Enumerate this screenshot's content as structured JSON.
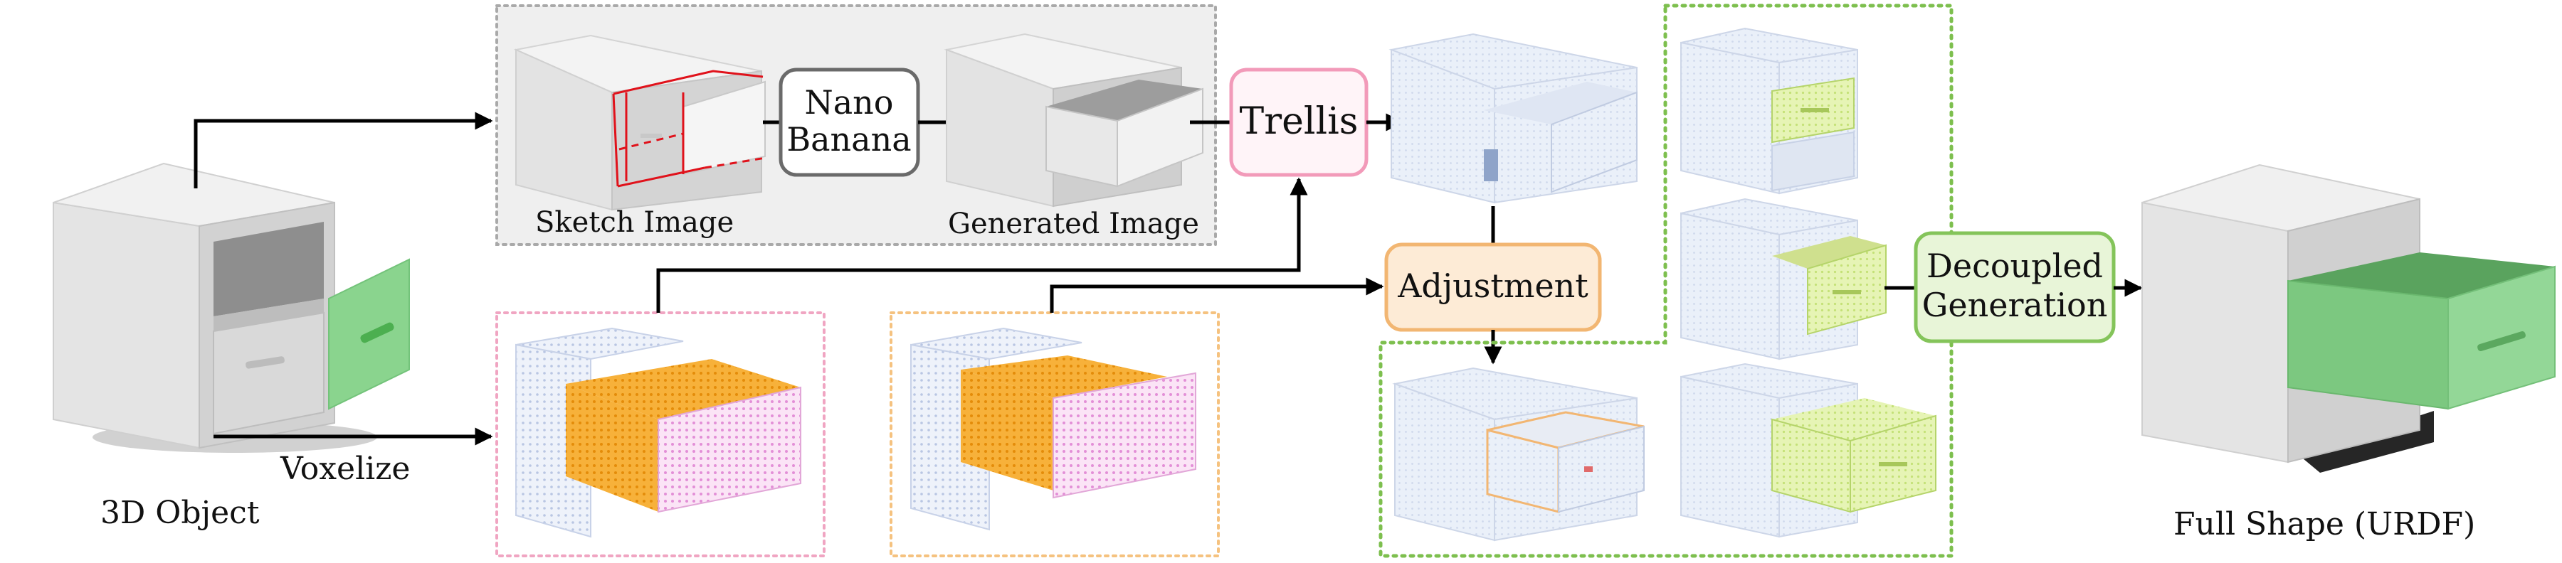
{
  "labels": {
    "object_3d": "3D Object",
    "voxelize": "Voxelize",
    "sketch_image": "Sketch Image",
    "nano_banana_line1": "Nano",
    "nano_banana_line2": "Banana",
    "generated_image": "Generated Image",
    "trellis": "Trellis",
    "adjustment": "Adjustment",
    "decoupled_line1": "Decoupled",
    "decoupled_line2": "Generation",
    "full_shape": "Full Shape (URDF)"
  },
  "colors": {
    "arrow": "#000000",
    "gray_region": "#efefef",
    "gray_dotted": "#a9a9a9",
    "nano_border": "#6a6a6a",
    "trellis_border": "#f29ab9",
    "trellis_fill": "#fff4f8",
    "adjust_border": "#f2b672",
    "adjust_fill": "#fdebd6",
    "green_dotted": "#7dbf4e",
    "decoupled_border": "#84c45a",
    "decoupled_fill": "#e8f5d8",
    "pink_dotted": "#f0a5c2",
    "orange_dotted": "#f5c27f",
    "voxel_blue": "#c9d4ea",
    "voxel_orange": "#f5a623",
    "voxel_pink": "#e995d9",
    "green_part": "#8ad48e",
    "light_green_part": "#d9ef9a",
    "sketch_red": "#e0121b",
    "cabinet_gray": "#d6d6d6"
  }
}
